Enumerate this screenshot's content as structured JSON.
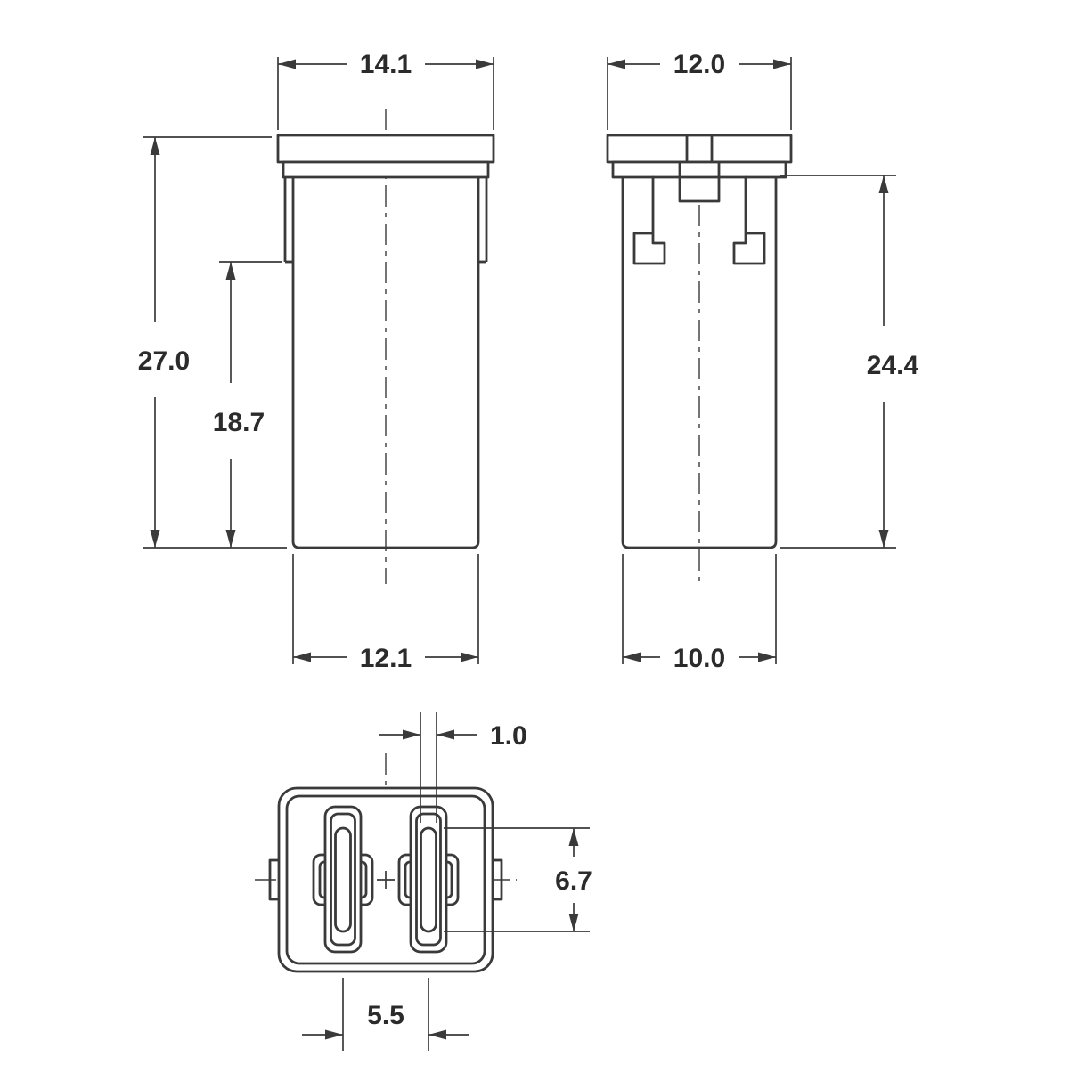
{
  "drawing": {
    "kind": "fuse-technical-dimension-drawing",
    "line_color": "#3a3a3a",
    "text_color": "#2b2b2b",
    "views": [
      "front-view",
      "side-view",
      "bottom-view"
    ]
  },
  "dims": {
    "front_cap_width": "14.1",
    "front_overall_height": "27.0",
    "front_body_height": "18.7",
    "front_body_width": "12.1",
    "side_cap_width": "12.0",
    "side_body_height": "24.4",
    "side_body_width": "10.0",
    "bottom_slot_width": "1.0",
    "bottom_slot_length": "6.7",
    "bottom_terminal_pitch": "5.5"
  }
}
